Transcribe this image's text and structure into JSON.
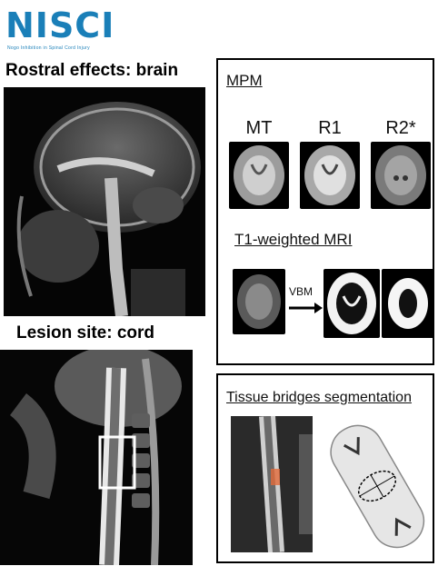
{
  "logo": {
    "text": "NISCI",
    "subtitle": "Nogo Inhibition in Spinal Cord Injury"
  },
  "left": {
    "brain_heading": "Rostral effects: brain",
    "cord_heading": "Lesion site: cord"
  },
  "mpm_panel": {
    "title": "MPM",
    "maps": [
      "MT",
      "R1",
      "R2*"
    ],
    "t1_title": "T1-weighted MRI",
    "vbm_label": "VBM"
  },
  "tissue_panel": {
    "title": "Tissue bridges segmentation"
  },
  "colors": {
    "logo_blue": "#1a7fb8",
    "box_border": "#000000",
    "highlight_box": "#ffffff",
    "lesion_mark": "#e26a3a"
  }
}
